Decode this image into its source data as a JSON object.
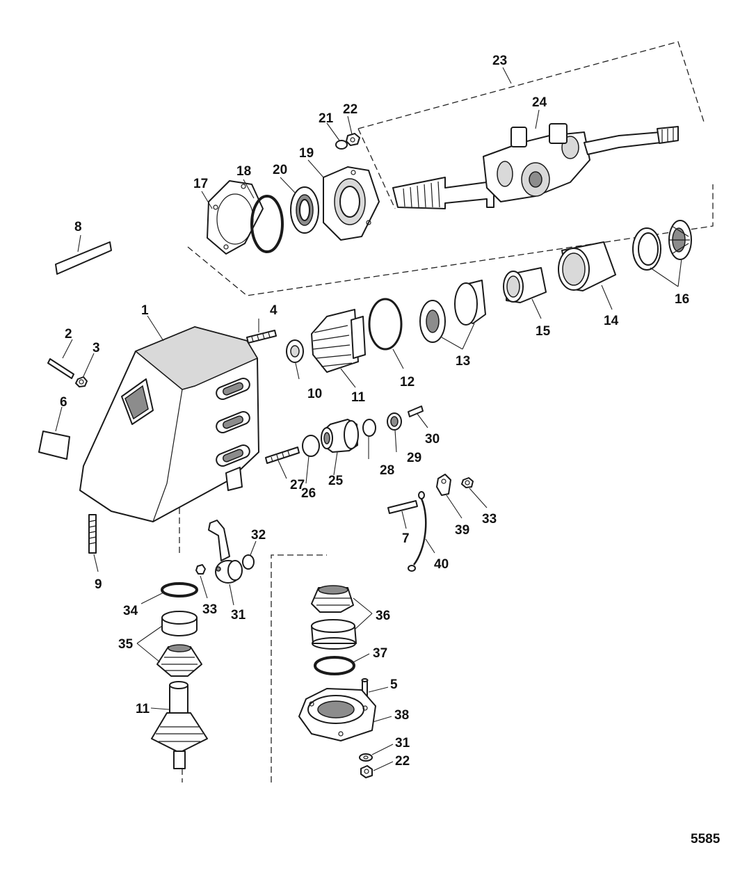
{
  "figure_number": "5585",
  "callouts": {
    "c1": "1",
    "c2": "2",
    "c3": "3",
    "c4": "4",
    "c5": "5",
    "c6": "6",
    "c7": "7",
    "c8": "8",
    "c9": "9",
    "c10": "10",
    "c11a": "11",
    "c11b": "11",
    "c12": "12",
    "c13": "13",
    "c14": "14",
    "c15": "15",
    "c16": "16",
    "c17": "17",
    "c18": "18",
    "c19": "19",
    "c20": "20",
    "c21": "21",
    "c22a": "22",
    "c22b": "22",
    "c23": "23",
    "c24": "24",
    "c25": "25",
    "c26": "26",
    "c27": "27",
    "c28": "28",
    "c29": "29",
    "c30": "30",
    "c31a": "31",
    "c31b": "31",
    "c32": "32",
    "c33a": "33",
    "c33b": "33",
    "c34": "34",
    "c35": "35",
    "c36": "36",
    "c37": "37",
    "c38": "38",
    "c39": "39",
    "c40": "40"
  }
}
